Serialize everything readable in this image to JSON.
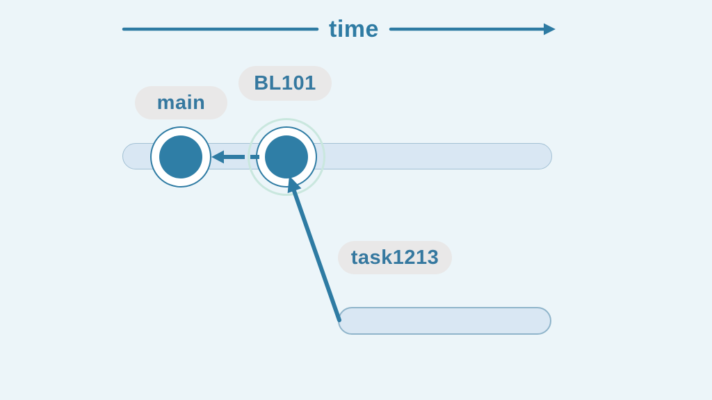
{
  "diagram": {
    "time_axis": {
      "label": "time"
    },
    "branch_main": {
      "label": "main"
    },
    "commit_bl101": {
      "label": "BL101"
    },
    "branch_task1213": {
      "label": "task1213"
    }
  },
  "colors": {
    "background": "#ecf5f9",
    "accent": "#2e7ba3",
    "label-text": "#35789f",
    "track-fill": "#d9e7f3",
    "track-border": "#a2c0d4",
    "task-track-border": "#8fb4ca",
    "pill-bg": "#e9e8e8",
    "node-fill": "#2f7ea6",
    "highlight-ring": "#c9e7de",
    "node-ring-bg": "#ffffff"
  }
}
